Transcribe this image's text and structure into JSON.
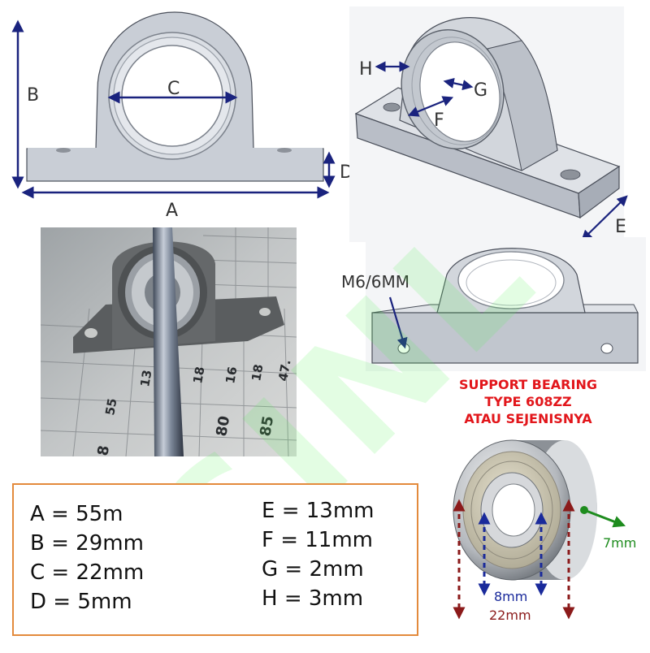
{
  "front_view": {
    "labels": {
      "a": "A",
      "b": "B",
      "c": "C",
      "d": "D"
    }
  },
  "iso_view": {
    "labels": {
      "e": "E",
      "f": "F",
      "g": "G",
      "h": "H"
    }
  },
  "screw_view": {
    "screw_label": "M6/6MM"
  },
  "photo": {
    "table_numbers": [
      "55",
      "13",
      "18",
      "16",
      "18",
      "47.",
      "80",
      "85",
      "8"
    ]
  },
  "watermark": {
    "text": "SINL"
  },
  "specs": {
    "left": [
      "A = 55m",
      "B = 29mm",
      "C = 22mm",
      "D = 5mm"
    ],
    "right": [
      "E = 13mm",
      "F = 11mm",
      "G = 2mm",
      "H = 3mm"
    ]
  },
  "bearing": {
    "title_lines": [
      "SUPPORT BEARING",
      "TYPE 608ZZ",
      "ATAU SEJENISNYA"
    ],
    "inner_dim": "8mm",
    "outer_dim": "22mm",
    "width_dim": "7mm"
  },
  "colors": {
    "dimension_arrow": "#1a237e",
    "part_fill": "#c9ced6",
    "part_edge": "#4a4f5a",
    "title_red": "#e2161b",
    "outer_arrow": "#8b1a1a",
    "inner_arrow": "#1a2a9b",
    "width_arrow": "#1e8c1e",
    "spec_border": "#e38a3c"
  }
}
